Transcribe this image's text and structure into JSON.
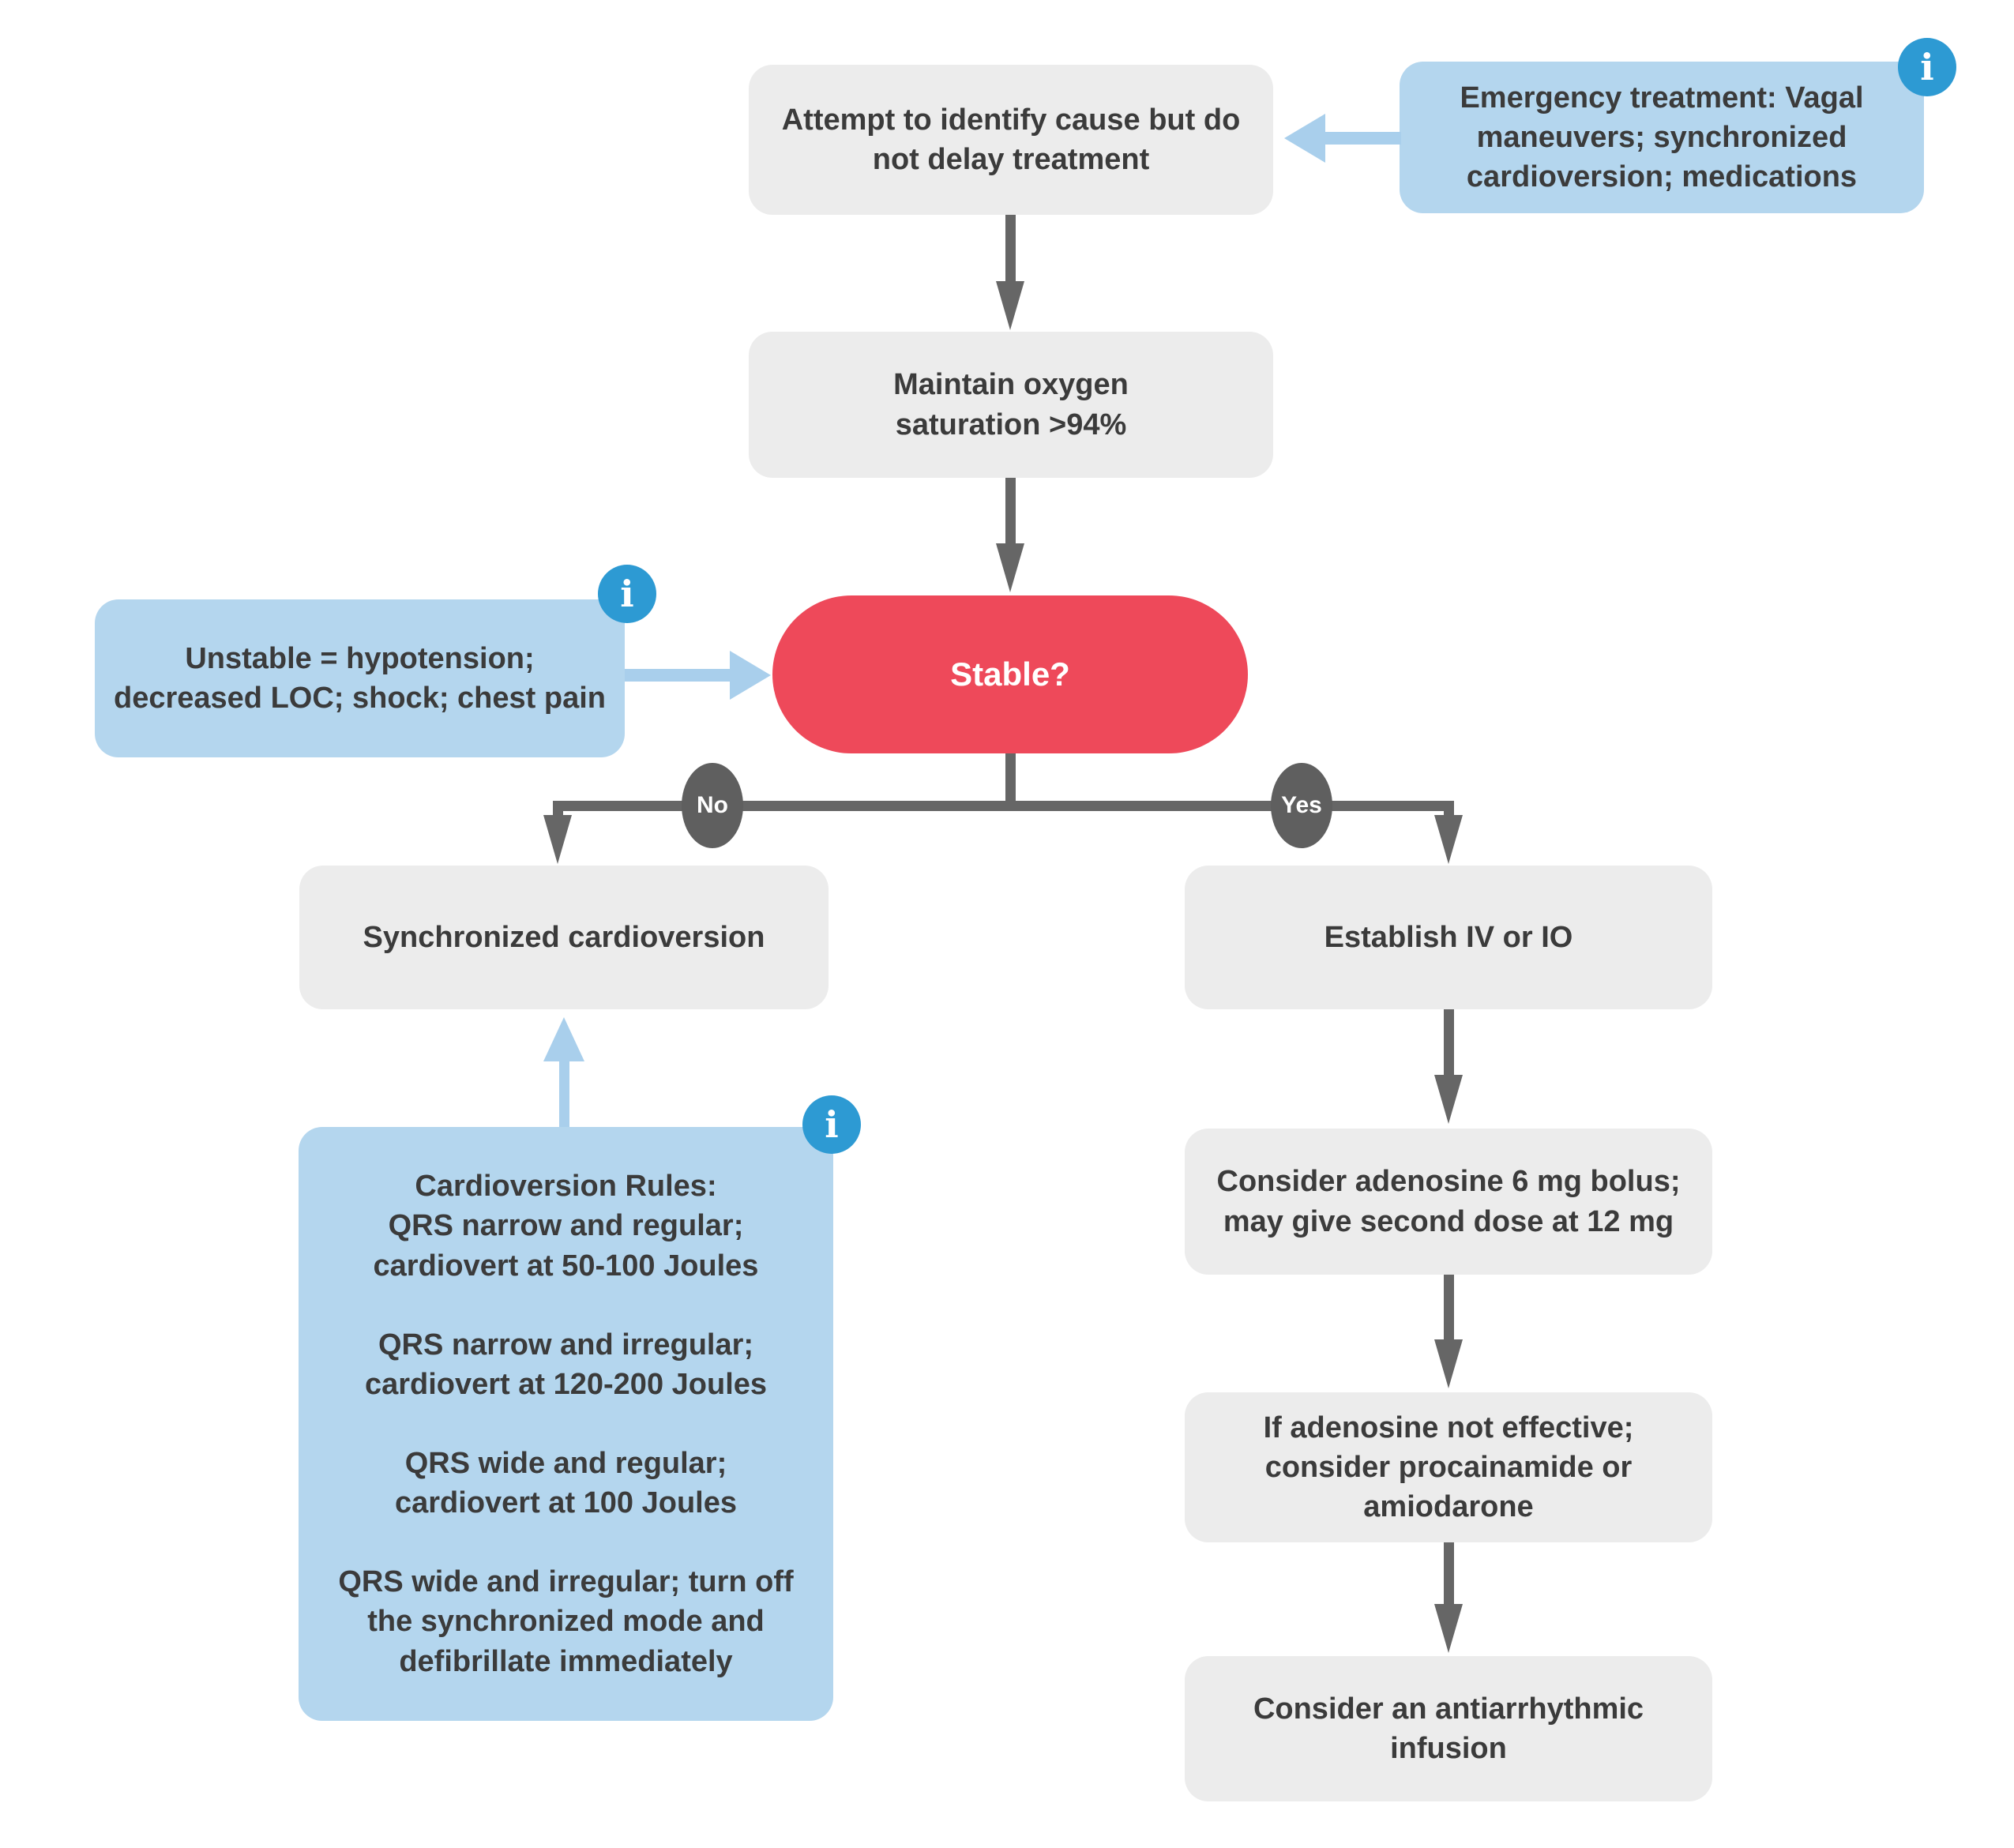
{
  "palette": {
    "box_gray": "#ececec",
    "box_blue": "#b4d6ee",
    "info_icon_blue": "#2d9ad3",
    "arrow_blue": "#a9cfec",
    "decision_red": "#ee495a",
    "connector_gray": "#666666",
    "branch_circle_gray": "#5f5f5f",
    "text_dark": "#3b3b3b",
    "text_light": "#ffffff"
  },
  "icons": {
    "info": "i"
  },
  "labels": {
    "no": "No",
    "yes": "Yes"
  },
  "nodes": {
    "attempt": "Attempt to identify cause but do\nnot delay treatment",
    "emergency": "Emergency treatment: Vagal\nmaneuvers; synchronized\ncardioversion; medications",
    "oxygen": "Maintain oxygen\nsaturation >94%",
    "stable": "Stable?",
    "unstable": "Unstable = hypotension;\ndecreased LOC; shock; chest pain",
    "sync_cardioversion": "Synchronized cardioversion",
    "establish_iv": "Establish IV or IO",
    "adenosine": "Consider adenosine 6 mg bolus;\nmay give second dose at 12 mg",
    "not_effective": "If adenosine not effective;\nconsider procainamide or\namiodarone",
    "infusion": "Consider an antiarrhythmic\ninfusion",
    "rules_title": "Cardioversion Rules:",
    "rules": [
      "QRS narrow and regular;\ncardiovert at 50-100 Joules",
      "QRS narrow and irregular;\ncardiovert at 120-200 Joules",
      "QRS wide and regular;\ncardiovert at 100 Joules",
      "QRS wide and irregular; turn off\nthe synchronized mode and\ndefibrillate immediately"
    ]
  }
}
